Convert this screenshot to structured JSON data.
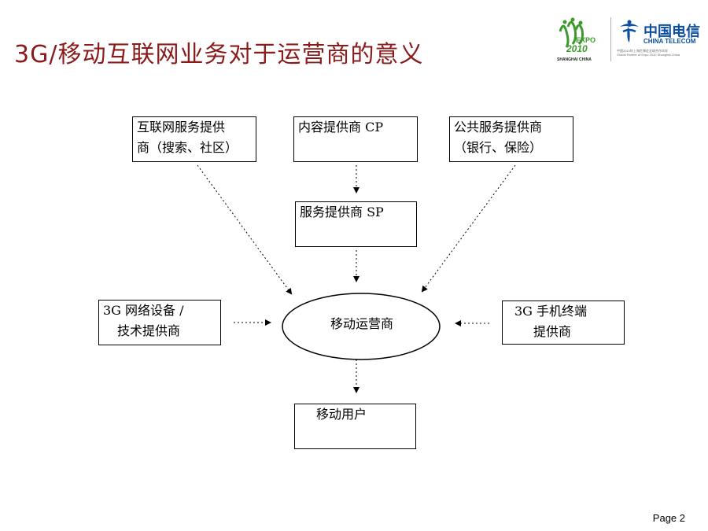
{
  "slide": {
    "title": "3G/移动互联网业务对于运营商的意义",
    "page_label": "Page 2"
  },
  "logos": {
    "expo_text": "EXPO",
    "expo_year": "2010",
    "expo_city": "SHANGHAI CHINA",
    "telecom_cn": "中国电信",
    "telecom_en": "CHINA TELECOM",
    "telecom_sub_cn": "中国2010年上海世博会全球合作伙伴",
    "telecom_sub_en": "Global Partner of Expo 2010 Shanghai China",
    "brand_color": "#0b4ea2",
    "expo_color": "#3a9a2a"
  },
  "diagram": {
    "nodes": {
      "internet_sp": [
        "互联网服务提供",
        "商（搜索、社区）"
      ],
      "content_cp": [
        "内容提供商 CP"
      ],
      "public_sp": [
        "公共服务提供商",
        "（银行、保险）"
      ],
      "service_sp": [
        "服务提供商 SP"
      ],
      "equipment": [
        "3G 网络设备 /",
        "技术提供商"
      ],
      "operator": "移动运营商",
      "handset": [
        "3G 手机终端",
        "提供商"
      ],
      "users": [
        "移动用户"
      ]
    }
  },
  "colors": {
    "title": "#8b1a1a",
    "line": "#000000"
  }
}
